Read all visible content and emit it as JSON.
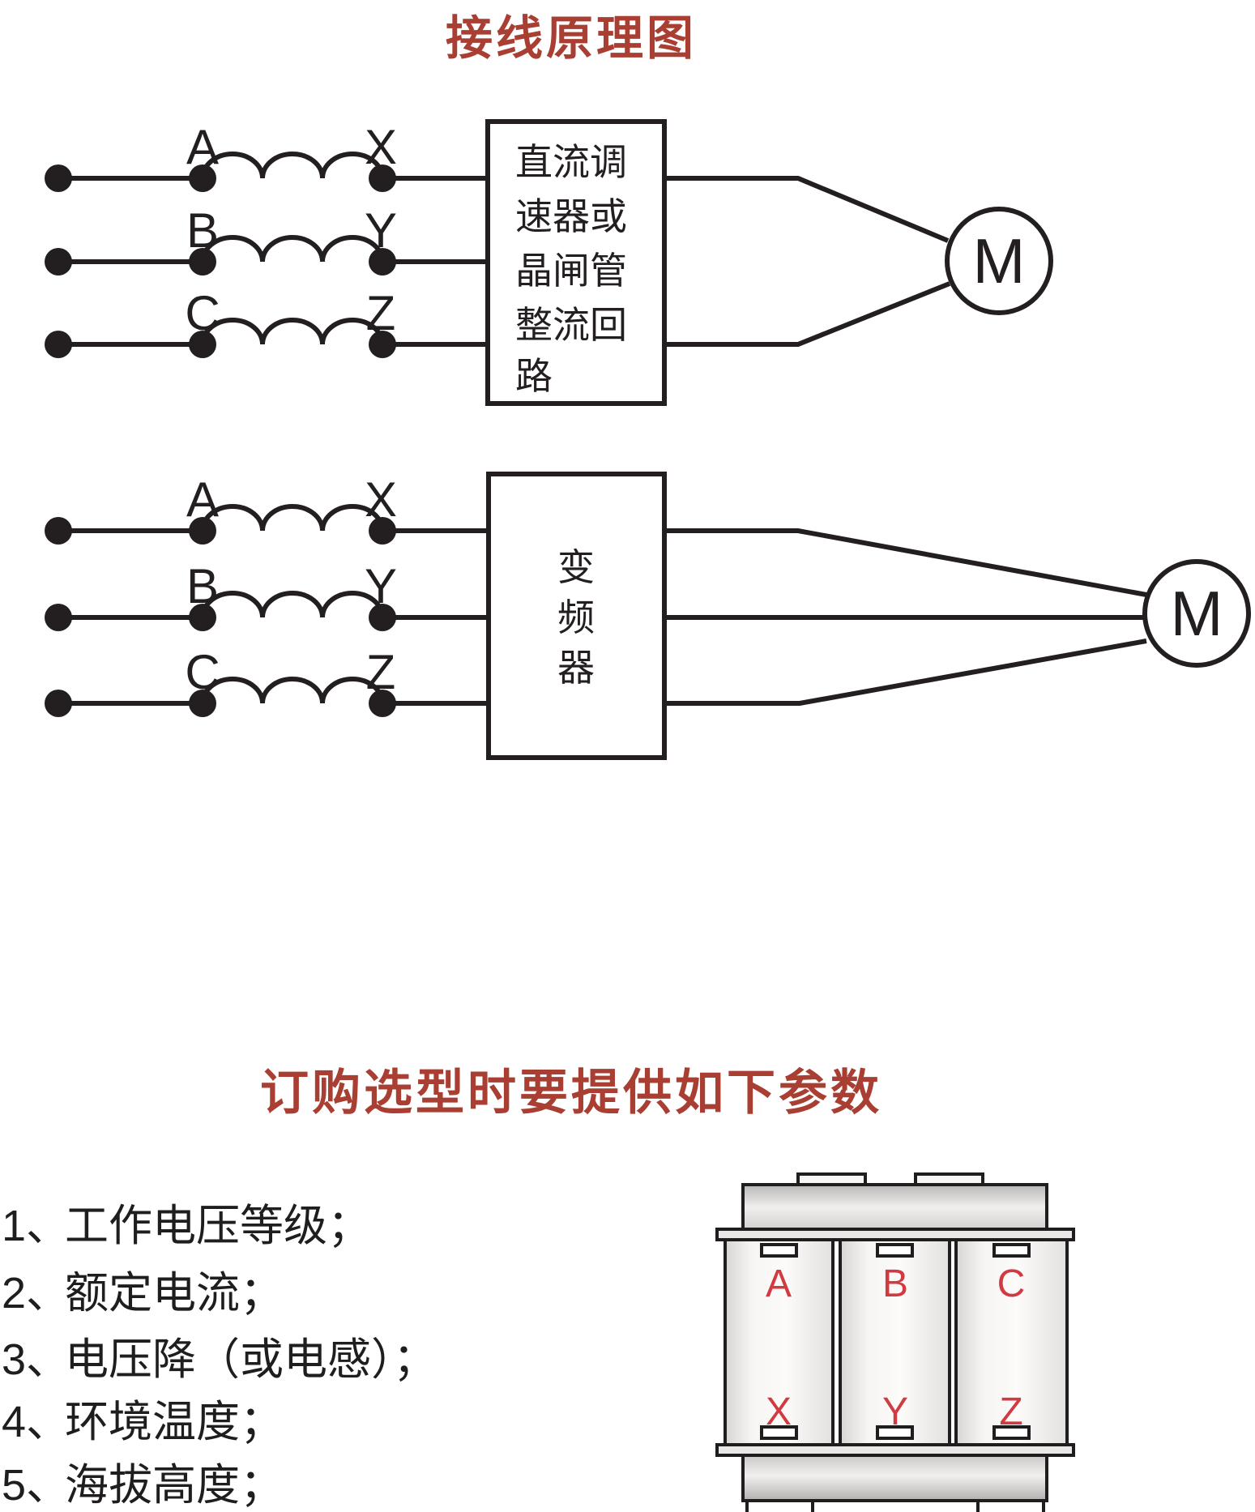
{
  "colors": {
    "ink": "#231f20",
    "title_red": "#a93e33",
    "transformer_label_red": "#d23a42"
  },
  "header": {
    "title": "接线原理图"
  },
  "circuits": {
    "primary_labels": [
      "A",
      "B",
      "C"
    ],
    "secondary_labels": [
      "X",
      "Y",
      "Z"
    ],
    "motor_label": "M",
    "dc_drive_box": {
      "lines": [
        "直流调",
        "速器或",
        "晶闸管",
        "整流回",
        "路"
      ]
    },
    "vfd_box": {
      "lines": [
        "变",
        "频",
        "器"
      ]
    }
  },
  "ordering": {
    "title": "订购选型时要提供如下参数",
    "items": [
      {
        "num": "1、",
        "text": "工作电压等级；"
      },
      {
        "num": "2、",
        "text": "额定电流；"
      },
      {
        "num": "3、",
        "text": "电压降（或电感）；"
      },
      {
        "num": "4、",
        "text": "环境温度；"
      },
      {
        "num": "5、",
        "text": "海拔高度；"
      }
    ]
  },
  "transformer": {
    "top_labels": [
      "A",
      "B",
      "C"
    ],
    "bottom_labels": [
      "X",
      "Y",
      "Z"
    ]
  }
}
